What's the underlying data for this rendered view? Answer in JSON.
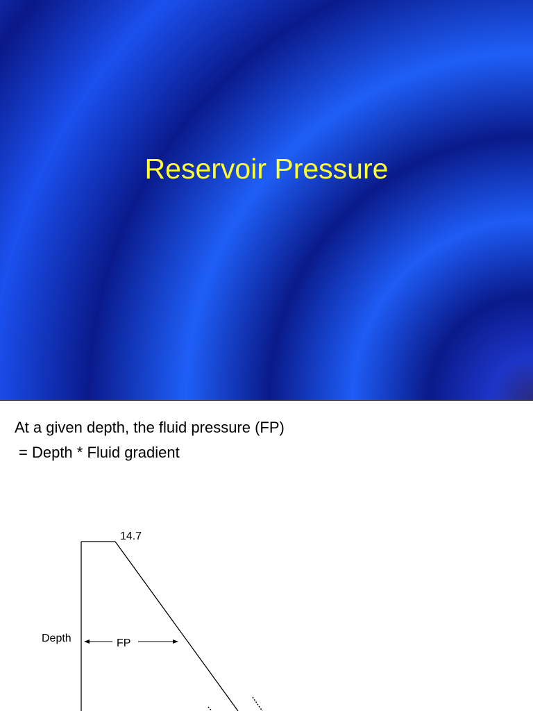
{
  "slide1": {
    "title": "Reservoir Pressure"
  },
  "slide2": {
    "line1": "At a given depth, the fluid pressure (FP)",
    "line2": "= Depth * Fluid gradient",
    "diagram": {
      "top_value_label": "14.7",
      "depth_label": "Depth",
      "fp_label": "FP"
    }
  },
  "colors": {
    "title_text": "#ffff33",
    "slide_background_dark": "#0a1a8a",
    "slide_background_light": "#1e5cf5"
  }
}
